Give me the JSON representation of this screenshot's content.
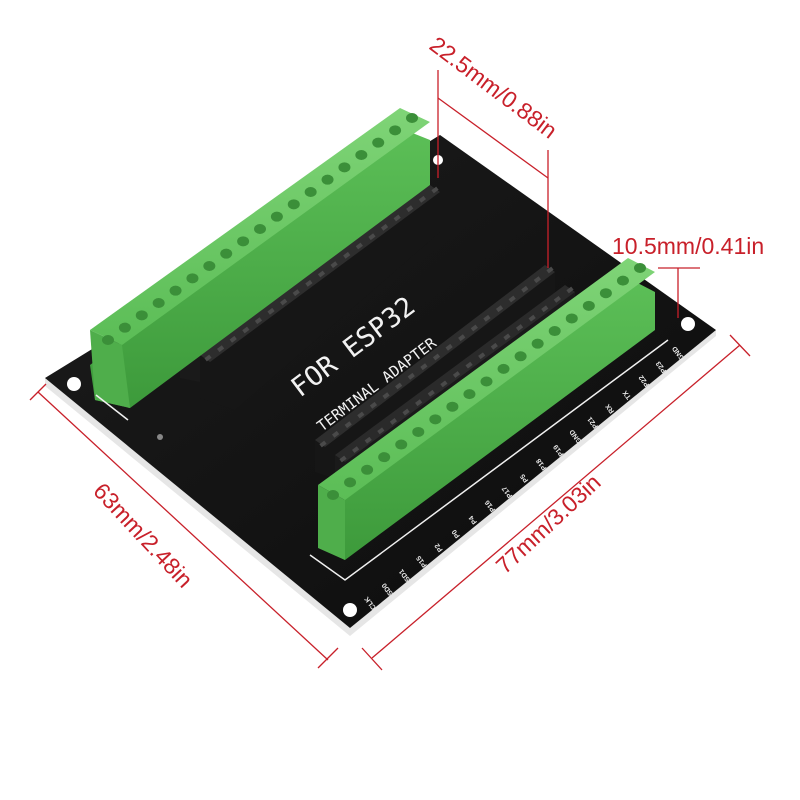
{
  "product": {
    "board_title_line1": "FOR ESP32",
    "board_title_line2": "TERMINAL ADAPTER"
  },
  "dimensions": {
    "top_width": "22.5mm/0.88in",
    "height": "10.5mm/0.41in",
    "board_width": "63mm/2.48in",
    "board_length": "77mm/3.03in"
  },
  "pin_labels_front": [
    "CLK",
    "SD0",
    "SD1",
    "P15",
    "P2",
    "P0",
    "P4",
    "P16",
    "P17",
    "P5",
    "P18",
    "P19",
    "GND",
    "P21",
    "RX",
    "TX",
    "P22",
    "P23",
    "GND"
  ],
  "colors": {
    "pcb": "#121212",
    "terminal_green": "#5fc15a",
    "terminal_green_dark": "#3f9a3d",
    "dimension_red": "#c8202a",
    "silkscreen": "#f2f2f2"
  }
}
